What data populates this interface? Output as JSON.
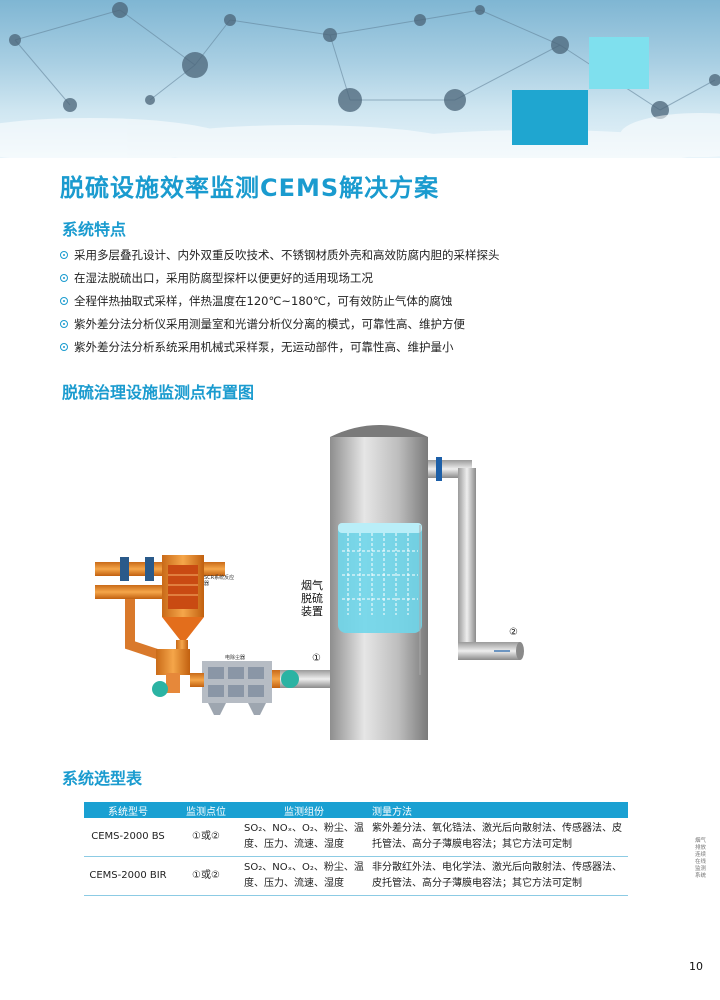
{
  "title": "脱硫设施效率监测CEMS解决方案",
  "features": {
    "heading": "系统特点",
    "items": [
      "采用多层叠孔设计、内外双重反吹技术、不锈钢材质外壳和高效防腐内胆的采样探头",
      "在湿法脱硫出口，采用防腐型探杆以便更好的适用现场工况",
      "全程伴热抽取式采样，伴热温度在120℃~180℃，可有效防止气体的腐蚀",
      "紫外差分法分析仪采用测量室和光谱分析仪分离的模式，可靠性高、维护方便",
      "紫外差分法分析系统采用机械式采样泵，无运动部件，可靠性高、维护量小"
    ]
  },
  "diagram": {
    "heading": "脱硫治理设施监测点布置图",
    "scr_label": "SCR系统反应器",
    "esp_label": "电除尘器",
    "tower_label": "烟气脱硫装置",
    "point1": "①",
    "point2": "②"
  },
  "selection": {
    "heading": "系统选型表",
    "columns": [
      "系统型号",
      "监测点位",
      "监测组份",
      "测量方法"
    ],
    "rows": [
      {
        "model": "CEMS-2000 BS",
        "points": "①或②",
        "components": "SO₂、NOₓ、O₂、粉尘、温度、压力、流速、湿度",
        "methods": "紫外差分法、氧化锆法、激光后向散射法、传感器法、皮托管法、高分子薄膜电容法；其它方法可定制"
      },
      {
        "model": "CEMS-2000 BIR",
        "points": "①或②",
        "components": "SO₂、NOₓ、O₂、粉尘、温度、压力、流速、湿度",
        "methods": "非分散红外法、电化学法、激光后向散射法、传感器法、皮托管法、高分子薄膜电容法；其它方法可定制"
      }
    ]
  },
  "side_text": "烟气排放连续在线监测系统",
  "page_number": "10",
  "colors": {
    "accent": "#1a9bcf",
    "table_header": "#1aa0d2"
  }
}
